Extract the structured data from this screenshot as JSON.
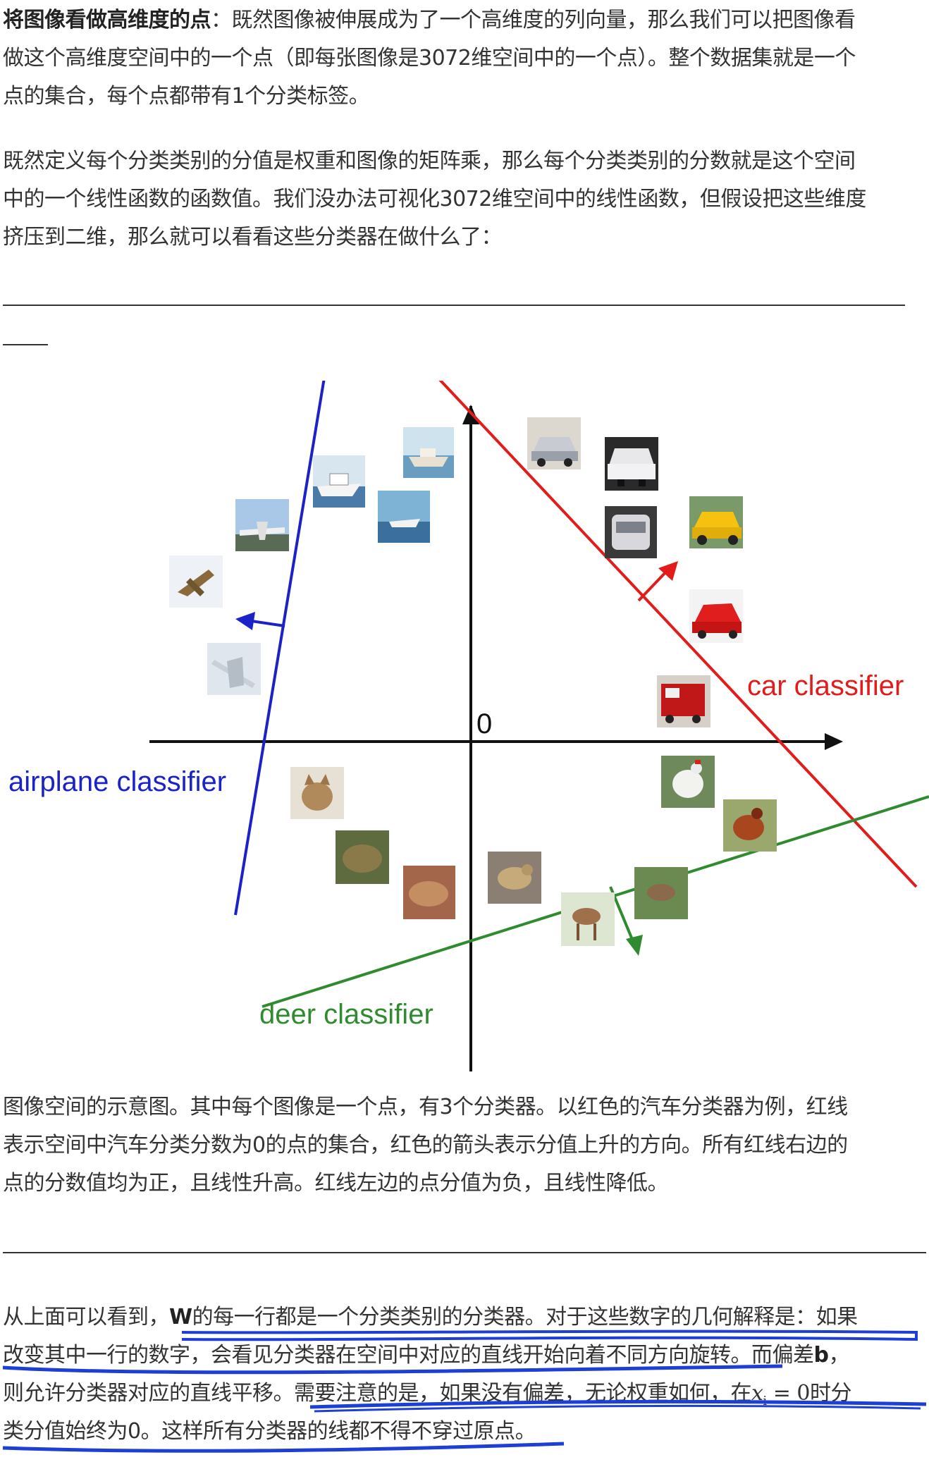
{
  "p1": {
    "bold": "将图像看做高维度的点",
    "l1": "：既然图像被伸展成为了一个高维度的列向量，那么我们可以把图像看",
    "l2": "做这个高维度空间中的一个点（即每张图像是3072维空间中的一个点）。整个数据集就是一个",
    "l3": "点的集合，每个点都带有1个分类标签。"
  },
  "p2": {
    "l1": "既然定义每个分类类别的分值是权重和图像的矩阵乘，那么每个分类类别的分数就是这个空间",
    "l2": "中的一个线性函数的函数值。我们没办法可视化3072维空间中的线性函数，但假设把这些维度",
    "l3": "挤压到二维，那么就可以看看这些分类器在做什么了："
  },
  "figure": {
    "origin_label": "0",
    "car_label": "car classifier",
    "airplane_label": "airplane classifier",
    "deer_label": "deer classifier",
    "colors": {
      "car": "#e21b1b",
      "airplane": "#1a22c8",
      "deer": "#2e8b2e"
    }
  },
  "caption": {
    "l1": "图像空间的示意图。其中每个图像是一个点，有3个分类器。以红色的汽车分类器为例，红线",
    "l2": "表示空间中汽车分类分数为0的点的集合，红色的箭头表示分值上升的方向。所有红线右边的",
    "l3": "点的分数值均为正，且线性升高。红线左边的点分值为负，且线性降低。"
  },
  "p4": {
    "l1a": "从上面可以看到，",
    "l1b": "W",
    "l1c": "的每一行都是一个分类类别的分类器。对于这些数字的几何解释是：如果",
    "l2a": "改变其中一行的数字，会看见分类器在空间中对应的直线开始向着不同方向旋转。而偏差",
    "l2b": "b",
    "l2c": "，",
    "l3a": "则允许分类器对应的直线平移。需要注意的是，如果没有偏差，无论权重如何，在",
    "l3m": "x",
    "l3sub": "i",
    "l3eq": " = 0",
    "l3b": "时分",
    "l4": "类分值始终为0。这样所有分类器的线都不得不穿过原点。"
  }
}
